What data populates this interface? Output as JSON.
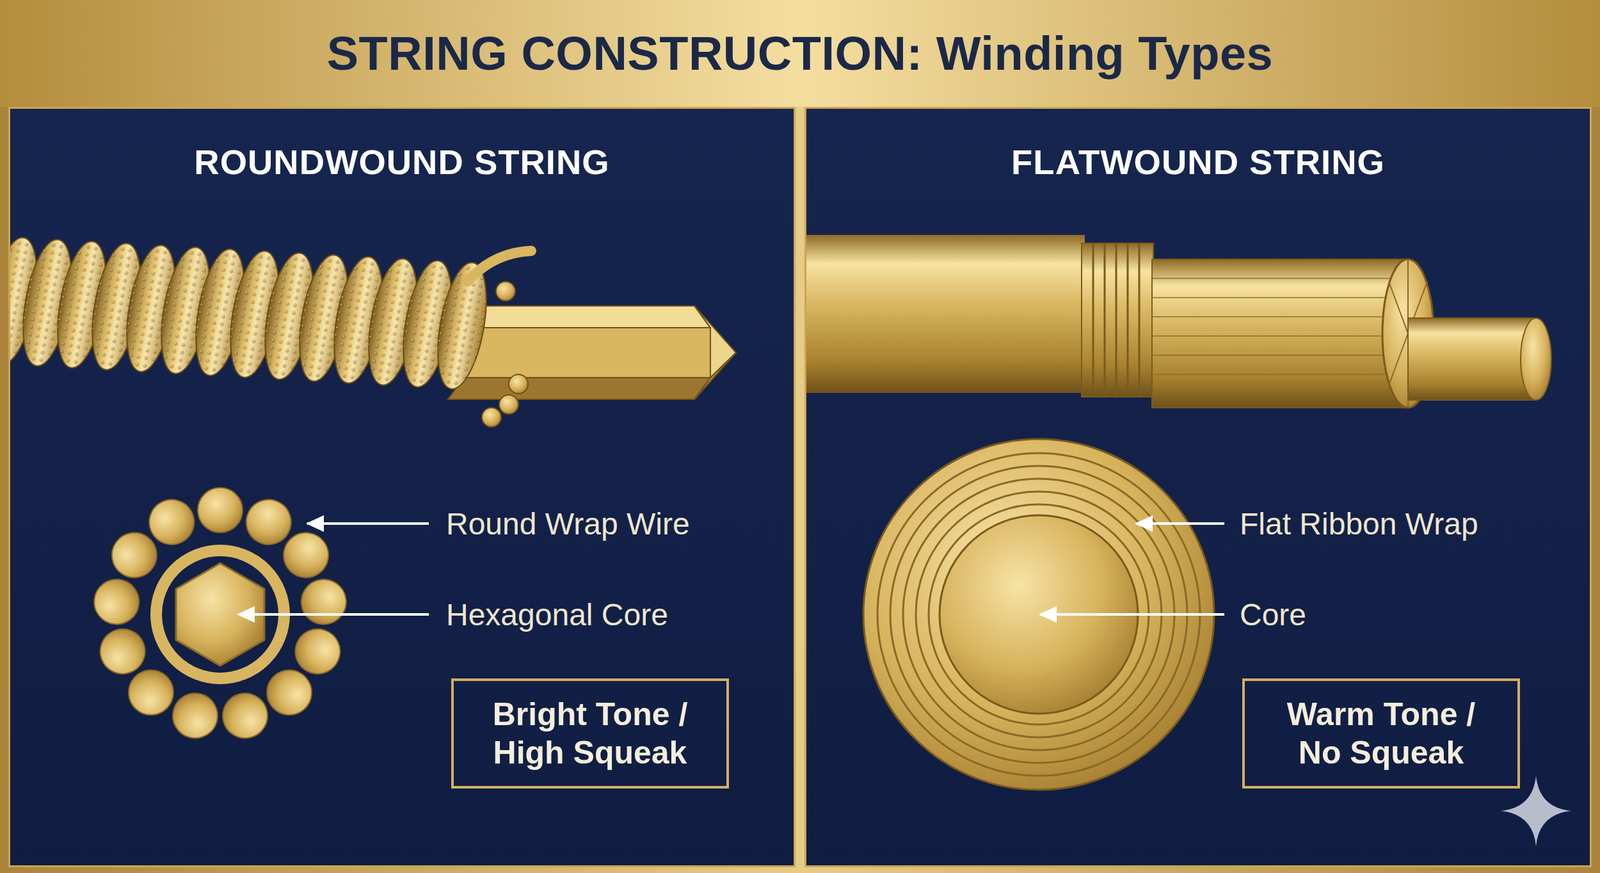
{
  "diagram": {
    "title": "STRING CONSTRUCTION: Winding Types",
    "nodes": [
      {
        "text": [
          "ROUNDWOUND STRING"
        ]
      },
      {
        "text": [
          "FLATWOUND STRING"
        ]
      },
      {
        "text": [
          "Bright Tone / High Squeak"
        ],
        "in": 0
      },
      {
        "text": [
          "Warm Tone / No Squeak"
        ],
        "in": 1
      }
    ],
    "labels": [
      "Round Wrap Wire",
      "Hexagonal Core",
      "Flat Ribbon Wrap",
      "Core"
    ]
  }
}
